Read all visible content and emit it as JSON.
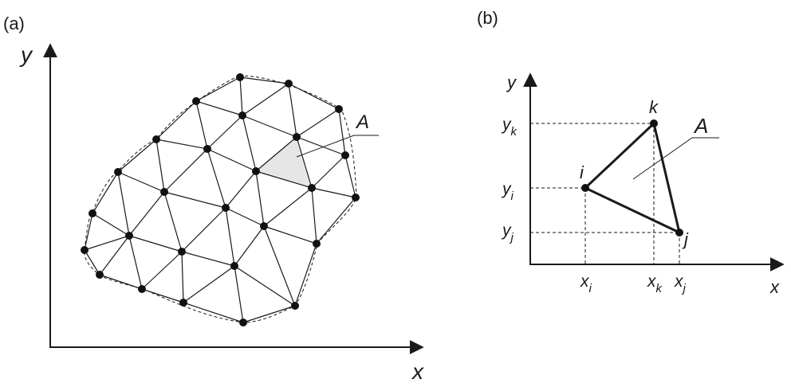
{
  "panel_a": {
    "label": "(a)",
    "x_axis": "x",
    "y_axis": "y",
    "element_label": "A"
  },
  "panel_b": {
    "label": "(b)",
    "x_axis": "x",
    "y_axis": "y",
    "element_label": "A",
    "nodes": {
      "i": "i",
      "j": "j",
      "k": "k"
    },
    "x_ticks": [
      {
        "base": "x",
        "sub": "i"
      },
      {
        "base": "x",
        "sub": "k"
      },
      {
        "base": "x",
        "sub": "j"
      }
    ],
    "y_ticks": [
      {
        "base": "y",
        "sub": "k"
      },
      {
        "base": "y",
        "sub": "i"
      },
      {
        "base": "y",
        "sub": "j"
      }
    ]
  },
  "colors": {
    "ink": "#1a1a1a",
    "highlight": "#e6e6e6"
  }
}
